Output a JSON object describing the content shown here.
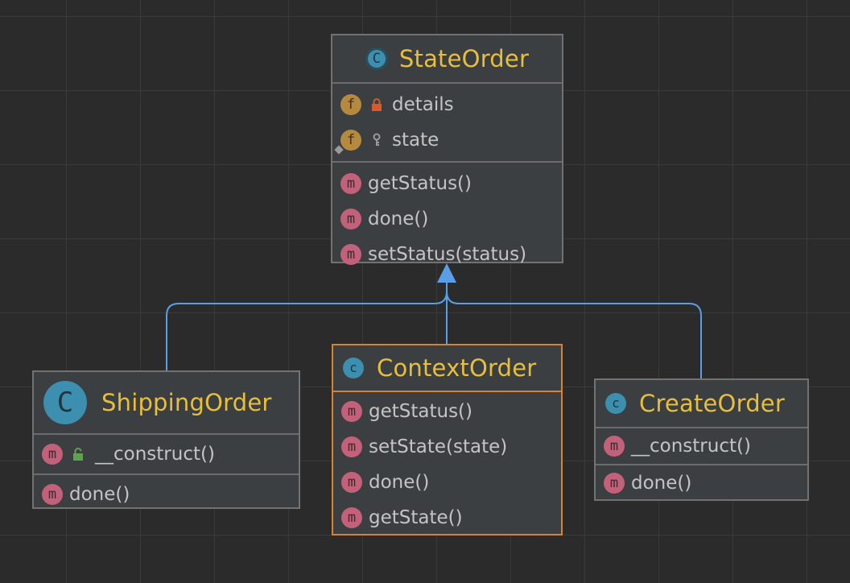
{
  "colors": {
    "background": "#2b2b2b",
    "class_fill": "#3c3f41",
    "class_border": "#727272",
    "selected_border": "#d6842f",
    "title_text": "#e8bf3c",
    "member_text": "#c4c4c4",
    "method_badge": "#c3607a",
    "field_badge": "#b58a3e",
    "class_badge": "#3c8fae",
    "inheritance_arrow": "#5a9fe6"
  },
  "classes": {
    "state_order": {
      "name": "StateOrder",
      "kind": "abstract-class",
      "icon": "abstract-class-icon",
      "fields": [
        {
          "name": "details",
          "visibility": "private",
          "badge": "f"
        },
        {
          "name": "state",
          "visibility": "protected",
          "badge": "f"
        }
      ],
      "methods": [
        {
          "name": "getStatus()",
          "badge": "m"
        },
        {
          "name": "done()",
          "badge": "m"
        },
        {
          "name": "setStatus(status)",
          "badge": "m"
        }
      ]
    },
    "shipping_order": {
      "name": "ShippingOrder",
      "kind": "class",
      "icon": "class-icon",
      "methods_a": [
        {
          "name": "__construct()",
          "visibility": "public",
          "badge": "m"
        }
      ],
      "methods_b": [
        {
          "name": "done()",
          "badge": "m"
        }
      ]
    },
    "context_order": {
      "name": "ContextOrder",
      "kind": "class",
      "icon": "class-icon",
      "selected": true,
      "methods": [
        {
          "name": "getStatus()",
          "badge": "m"
        },
        {
          "name": "setState(state)",
          "badge": "m"
        },
        {
          "name": "done()",
          "badge": "m"
        },
        {
          "name": "getState()",
          "badge": "m"
        }
      ]
    },
    "create_order": {
      "name": "CreateOrder",
      "kind": "class",
      "icon": "class-icon",
      "methods_a": [
        {
          "name": "__construct()",
          "badge": "m"
        }
      ],
      "methods_b": [
        {
          "name": "done()",
          "badge": "m"
        }
      ]
    }
  },
  "relations": [
    {
      "from": "ShippingOrder",
      "to": "StateOrder",
      "type": "inheritance"
    },
    {
      "from": "ContextOrder",
      "to": "StateOrder",
      "type": "inheritance"
    },
    {
      "from": "CreateOrder",
      "to": "StateOrder",
      "type": "inheritance"
    }
  ]
}
